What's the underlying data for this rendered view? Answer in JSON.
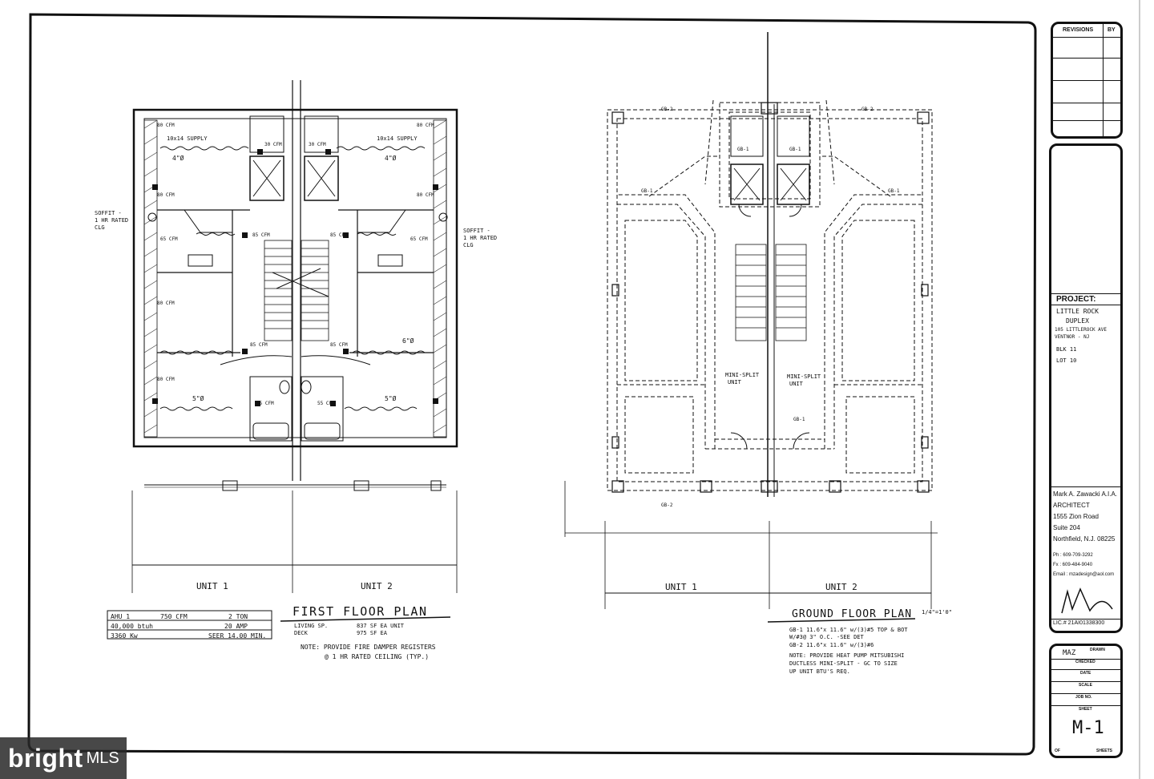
{
  "title_block": {
    "revisions_header": "REVISIONS",
    "by_header": "BY",
    "project_label": "PROJECT:",
    "project_lines": [
      "LITTLE ROCK",
      "DUPLEX",
      "105 LITTLEROCK AVE",
      "VENTNOR - NJ",
      "BLK  11",
      "LOT  10"
    ],
    "architect_lines": [
      "Mark A. Zawacki  A.I.A.",
      "ARCHITECT",
      "1555 Zion Road",
      "Suite 204",
      "Northfield, N.J. 08225"
    ],
    "phone": "Ph : 609-709-3292",
    "fax": "Fx : 609-484-9040",
    "email": "Email : mzadesign@aol.com",
    "license": "LIC.# 21AI01338300",
    "drawn_label": "DRAWN",
    "drawn_value": "MAZ",
    "checked_label": "CHECKED",
    "date_label": "DATE",
    "scale_label": "SCALE",
    "job_label": "JOB NO.",
    "sheet_label": "SHEET",
    "sheet_value": "M-1",
    "of_label": "OF",
    "sheets_label": "SHEETS"
  },
  "first_floor": {
    "title": "FIRST FLOOR PLAN",
    "unit1": "UNIT 1",
    "unit2": "UNIT 2",
    "soffit_left": [
      "SOFFIT -",
      "1 HR RATED",
      "CLG"
    ],
    "soffit_right": [
      "SOFFIT -",
      "1 HR RATED",
      "CLG"
    ],
    "supply_left": "10x14 SUPPLY",
    "supply_right": "10x14 SUPPLY",
    "area_rows": [
      {
        "label": "LIVING SP.",
        "value": "837 SF  EA UNIT"
      },
      {
        "label": "DECK",
        "value": "975 SF  EA"
      }
    ],
    "note": [
      "NOTE:  PROVIDE FIRE DAMPER REGISTERS",
      "@ 1 HR RATED CEILING (TYP.)"
    ],
    "equip_table": [
      [
        "AHU 1",
        "750 CFM",
        "2 TON"
      ],
      [
        "40,000 btuh",
        "20 AMP",
        ""
      ],
      [
        "3360 Kw",
        "SEER 14.00 MIN.",
        ""
      ]
    ],
    "cfm_labels": [
      "80 CFM",
      "30 CFM",
      "80 CFM",
      "65 CFM",
      "85 CFM",
      "85 CFM",
      "80 CFM",
      "85 CFM",
      "85 CFM",
      "55 CFM",
      "55 CFM",
      "80 CFM",
      "65 CFM",
      "30 CFM",
      "80 CFM",
      "80 CFM"
    ],
    "duct_labels": [
      "4\"Ø",
      "4\"Ø",
      "5\"Ø",
      "5\"Ø",
      "6\"Ø"
    ]
  },
  "ground_floor": {
    "title": "GROUND FLOOR PLAN",
    "scale": "1/4\"=1'0\"",
    "unit1": "UNIT 1",
    "unit2": "UNIT 2",
    "minisplit_left": [
      "MINI-SPLIT",
      "UNIT"
    ],
    "minisplit_right": [
      "MINI-SPLIT",
      "UNIT"
    ],
    "gb_labels": [
      "GB-2",
      "GB-2",
      "GB-1",
      "GB-1",
      "GB-1",
      "GB-1",
      "GB-2",
      "GB-1"
    ],
    "notes": [
      "GB-1  11.6\"x 11.6\" w/(3)#5 TOP & BOT",
      "       W/#3@ 3\" O.C.  -SEE DET",
      "GB-2  11.6\"x 11.6\" w/(3)#6",
      "NOTE:  PROVIDE HEAT PUMP MITSUBISHI",
      "       DUCTLESS MINI-SPLIT - GC TO SIZE",
      "       UP UNIT BTU'S REQ."
    ]
  },
  "watermark": {
    "brand": "bright",
    "suffix": "MLS"
  }
}
